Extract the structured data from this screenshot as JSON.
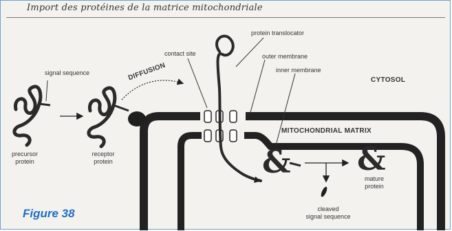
{
  "title": "Import des protéines de la matrice mitochondriale",
  "figure_label": "Figure 38",
  "labels": {
    "signal_sequence": "signal sequence",
    "diffusion": "DIFFUSION",
    "contact_site": "contact site",
    "protein_translocator": "protein translocator",
    "outer_membrane": "outer membrane",
    "inner_membrane": "inner membrane",
    "cytosol": "CYTOSOL",
    "mitochondrial_matrix": "MITOCHONDRIAL MATRIX",
    "precursor_protein_1": "precursor",
    "precursor_protein_2": "protein",
    "receptor_protein_1": "receptor",
    "receptor_protein_2": "protein",
    "mature_protein_1": "mature",
    "mature_protein_2": "protein",
    "cleaved_signal_1": "cleaved",
    "cleaved_signal_2": "signal sequence"
  }
}
